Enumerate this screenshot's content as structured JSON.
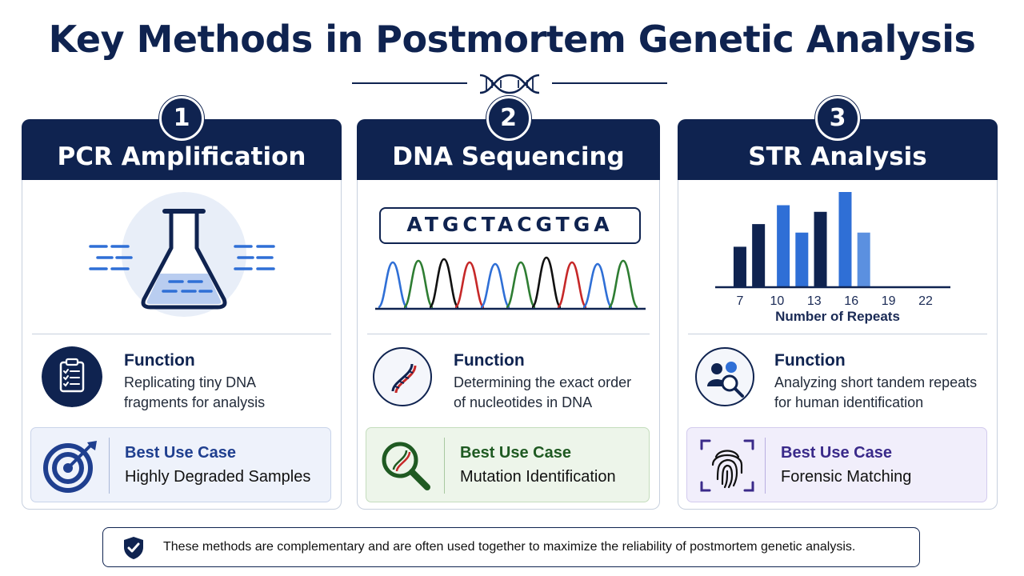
{
  "title": "Key Methods in Postmortem Genetic Analysis",
  "icons": {
    "title_decoration": "dna-helix-icon",
    "footer": "shield-check-icon"
  },
  "colors": {
    "navy": "#0f2350",
    "blue": "#2f6fd6",
    "green": "#2e7d32",
    "purple": "#4a3a9a"
  },
  "methods": [
    {
      "number": "1",
      "name": "PCR Amplification",
      "illustration_icon": "flask-icon",
      "function_label": "Function",
      "function_text": "Replicating tiny DNA fragments for analysis",
      "function_icon": "clipboard-checklist-icon",
      "use_case_label": "Best Use Case",
      "use_case_text": "Highly Degraded Samples",
      "use_case_icon": "target-icon"
    },
    {
      "number": "2",
      "name": "DNA Sequencing",
      "sequence": "ATGCTACGTGA",
      "function_label": "Function",
      "function_text": "Determining the exact order of nucleotides in DNA",
      "function_icon": "dna-icon",
      "use_case_label": "Best Use Case",
      "use_case_text": "Mutation Identification",
      "use_case_icon": "magnifier-dna-icon"
    },
    {
      "number": "3",
      "name": "STR Analysis",
      "function_label": "Function",
      "function_text": "Analyzing short tandem repeats for human identification",
      "function_icon": "people-search-icon",
      "use_case_label": "Best Use Case",
      "use_case_text": "Forensic Matching",
      "use_case_icon": "fingerprint-icon"
    }
  ],
  "chart_data": {
    "type": "bar",
    "xlabel": "Number of Repeats",
    "x_ticks": [
      "7",
      "10",
      "13",
      "16",
      "19",
      "22"
    ],
    "bars": [
      {
        "x": 7,
        "value": 0.42
      },
      {
        "x": 8.5,
        "value": 0.66
      },
      {
        "x": 10.5,
        "value": 0.86
      },
      {
        "x": 12,
        "value": 0.57
      },
      {
        "x": 13.5,
        "value": 0.79
      },
      {
        "x": 15.5,
        "value": 1.0
      },
      {
        "x": 17,
        "value": 0.57
      }
    ],
    "bar_colors": [
      "#0f2350",
      "#0f2350",
      "#2f6fd6",
      "#2f6fd6",
      "#0f2350",
      "#2f6fd6",
      "#5b90e0"
    ],
    "grid": false
  },
  "footer_text": "These methods are complementary and are often used together to maximize the reliability of postmortem genetic analysis."
}
